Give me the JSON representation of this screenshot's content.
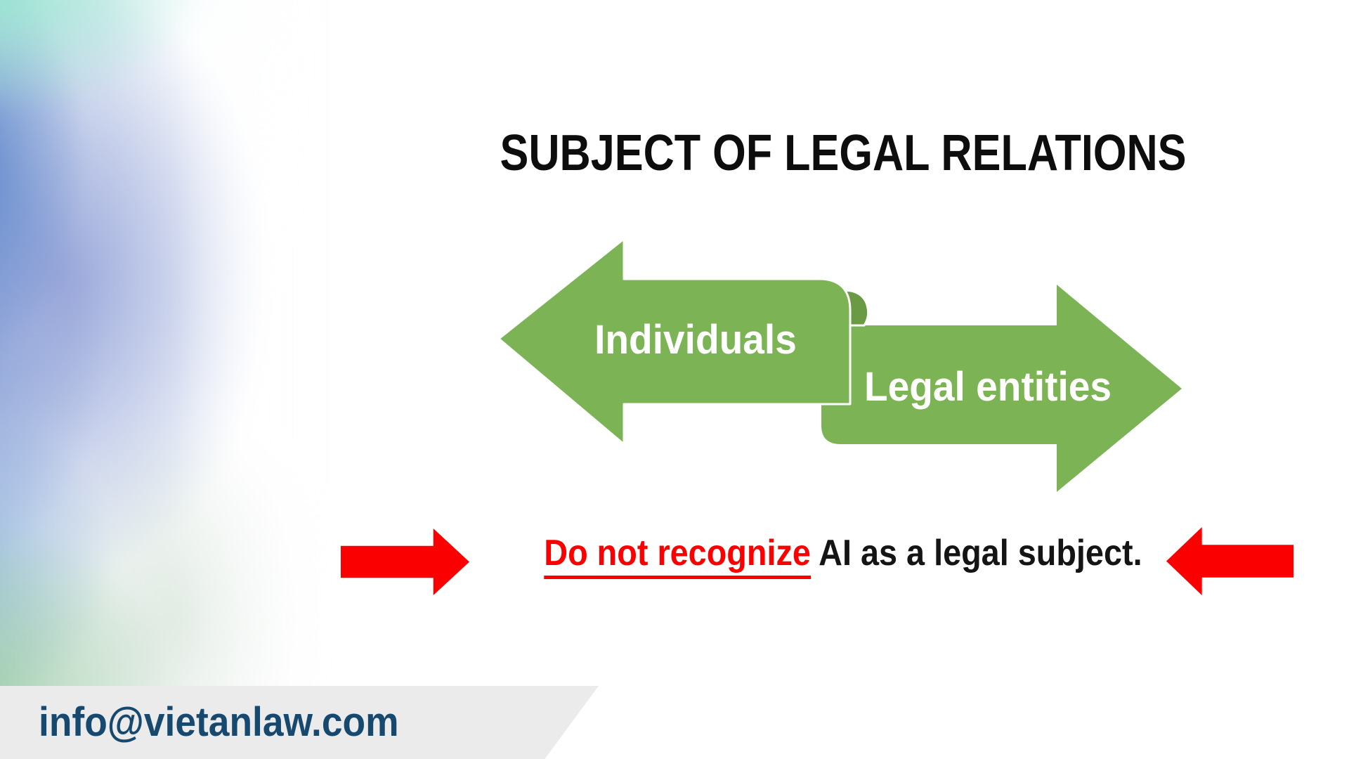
{
  "slide": {
    "title": "SUBJECT OF LEGAL RELATIONS",
    "diagram": {
      "left_arrow_label": "Individuals",
      "right_arrow_label": "Legal entities",
      "arrow_green": "#7CB355",
      "fold_green": "#6A9A43",
      "label_color": "#FFFFFF"
    },
    "statement": {
      "highlight": "Do not recognize",
      "rest": " AI as a legal subject.",
      "highlight_color": "#FA0000",
      "text_color": "#141414"
    },
    "red_arrow_color": "#FA0000",
    "footer": {
      "email": "info@vietanlaw.com",
      "band_color": "#EBEBEB",
      "text_color": "#17496F"
    }
  }
}
